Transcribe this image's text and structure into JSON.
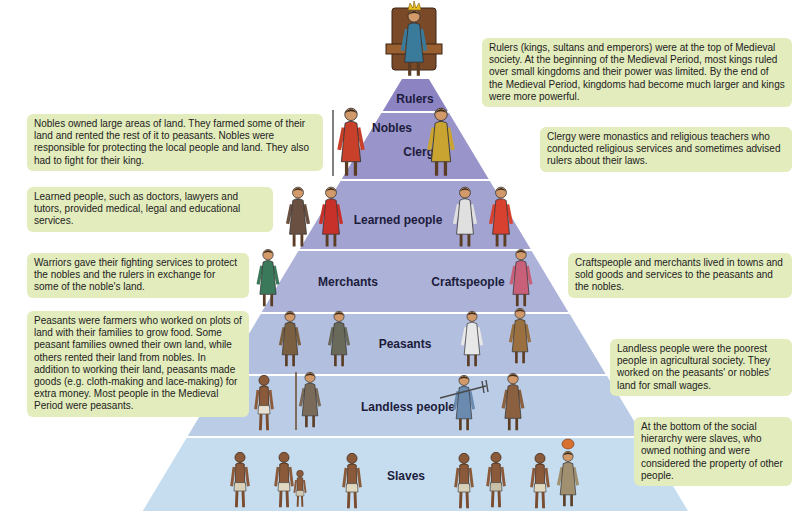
{
  "diagram": {
    "nodes": [
      {
        "text": [
          "Rulers"
        ]
      },
      {
        "text": [
          "Nobles",
          "Clergy"
        ]
      },
      {
        "text": [
          "Learned people"
        ]
      },
      {
        "text": [
          "Merchants",
          "Craftspeople"
        ]
      },
      {
        "text": [
          "Peasants"
        ]
      },
      {
        "text": [
          "Landless people"
        ]
      },
      {
        "text": [
          "Slaves"
        ]
      },
      {
        "text": [
          "Rulers (kings, sultans and emperors) were at the top of Medieval society. At the beginning of the Medieval Period, most kings ruled over small kingdoms and their power was limited. By the end of the Medieval Period, kingdoms had become much larger and kings were more powerful."
        ]
      },
      {
        "text": [
          "Nobles owned large areas of land. They farmed some of their land and rented the rest of it to peasants. Nobles were responsible for protecting the local people and land. They also had to fight for their king."
        ]
      },
      {
        "text": [
          "Clergy were monastics and religious teachers who conducted religious services and sometimes advised rulers about their laws."
        ]
      },
      {
        "text": [
          "Learned people, such as doctors, lawyers and tutors, provided medical, legal and educational services."
        ]
      },
      {
        "text": [
          "Warriors gave their fighting services to protect the nobles and the rulers in exchange for some of the noble's land."
        ]
      },
      {
        "text": [
          "Craftspeople and merchants lived in towns and sold goods and services to the peasants and the nobles."
        ]
      },
      {
        "text": [
          "Peasants were farmers who worked on plots of land with their families to grow food. Some peasant families owned their own land, while others rented their land from nobles. In addition to working their land, peasants made goods (e.g. cloth-making and lace-making) for extra money. Most people in the Medieval Period were peasants."
        ]
      },
      {
        "text": [
          "Landless people were the poorest people in agricultural society. They worked on the peasants' or nobles' land for small wages."
        ]
      },
      {
        "text": [
          "At the bottom of the social hierarchy were slaves, who owned nothing and were considered the property of other people."
        ]
      }
    ]
  }
}
